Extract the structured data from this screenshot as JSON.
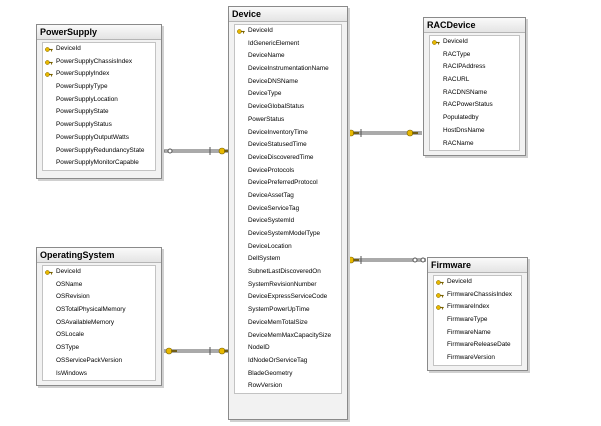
{
  "tables": {
    "power_supply": {
      "title": "PowerSupply",
      "columns": [
        {
          "name": "DeviceId",
          "key": true
        },
        {
          "name": "PowerSupplyChassisIndex",
          "key": true
        },
        {
          "name": "PowerSupplyIndex",
          "key": true
        },
        {
          "name": "PowerSupplyType",
          "key": false
        },
        {
          "name": "PowerSupplyLocation",
          "key": false
        },
        {
          "name": "PowerSupplyState",
          "key": false
        },
        {
          "name": "PowerSupplyStatus",
          "key": false
        },
        {
          "name": "PowerSupplyOutputWatts",
          "key": false
        },
        {
          "name": "PowerSupplyRedundancyState",
          "key": false
        },
        {
          "name": "PowerSupplyMonitorCapable",
          "key": false
        }
      ]
    },
    "device": {
      "title": "Device",
      "columns": [
        {
          "name": "DeviceId",
          "key": true
        },
        {
          "name": "IdGenericElement",
          "key": false
        },
        {
          "name": "DeviceName",
          "key": false
        },
        {
          "name": "DeviceInstrumentationName",
          "key": false
        },
        {
          "name": "DeviceDNSName",
          "key": false
        },
        {
          "name": "DeviceType",
          "key": false
        },
        {
          "name": "DeviceGlobalStatus",
          "key": false
        },
        {
          "name": "PowerStatus",
          "key": false
        },
        {
          "name": "DeviceInventoryTime",
          "key": false
        },
        {
          "name": "DeviceStatusedTime",
          "key": false
        },
        {
          "name": "DeviceDiscoveredTime",
          "key": false
        },
        {
          "name": "DeviceProtocols",
          "key": false
        },
        {
          "name": "DevicePreferredProtocol",
          "key": false
        },
        {
          "name": "DeviceAssetTag",
          "key": false
        },
        {
          "name": "DeviceServiceTag",
          "key": false
        },
        {
          "name": "DeviceSystemId",
          "key": false
        },
        {
          "name": "DeviceSystemModelType",
          "key": false
        },
        {
          "name": "DeviceLocation",
          "key": false
        },
        {
          "name": "DellSystem",
          "key": false
        },
        {
          "name": "SubnetLastDiscoveredOn",
          "key": false
        },
        {
          "name": "SystemRevisionNumber",
          "key": false
        },
        {
          "name": "DeviceExpressServiceCode",
          "key": false
        },
        {
          "name": "SystemPowerUpTime",
          "key": false
        },
        {
          "name": "DeviceMemTotalSize",
          "key": false
        },
        {
          "name": "DeviceMemMaxCapacitySize",
          "key": false
        },
        {
          "name": "NodeID",
          "key": false
        },
        {
          "name": "IdNodeOrServiceTag",
          "key": false
        },
        {
          "name": "BladeGeometry",
          "key": false
        },
        {
          "name": "RowVersion",
          "key": false
        }
      ]
    },
    "rac_device": {
      "title": "RACDevice",
      "columns": [
        {
          "name": "DeviceId",
          "key": true
        },
        {
          "name": "RACType",
          "key": false
        },
        {
          "name": "RACIPAddress",
          "key": false
        },
        {
          "name": "RACURL",
          "key": false
        },
        {
          "name": "RACDNSName",
          "key": false
        },
        {
          "name": "RACPowerStatus",
          "key": false
        },
        {
          "name": "Populatedby",
          "key": false
        },
        {
          "name": "HostDnsName",
          "key": false
        },
        {
          "name": "RACName",
          "key": false
        }
      ]
    },
    "operating_system": {
      "title": "OperatingSystem",
      "columns": [
        {
          "name": "DeviceId",
          "key": true
        },
        {
          "name": "OSName",
          "key": false
        },
        {
          "name": "OSRevision",
          "key": false
        },
        {
          "name": "OSTotalPhysicalMemory",
          "key": false
        },
        {
          "name": "OSAvailableMemory",
          "key": false
        },
        {
          "name": "OSLocale",
          "key": false
        },
        {
          "name": "OSType",
          "key": false
        },
        {
          "name": "OSServicePackVersion",
          "key": false
        },
        {
          "name": "IsWindows",
          "key": false
        }
      ]
    },
    "firmware": {
      "title": "Firmware",
      "columns": [
        {
          "name": "DeviceId",
          "key": true
        },
        {
          "name": "FirmwareChassisIndex",
          "key": true
        },
        {
          "name": "FirmwareIndex",
          "key": true
        },
        {
          "name": "FirmwareType",
          "key": false
        },
        {
          "name": "FirmwareName",
          "key": false
        },
        {
          "name": "FirmwareReleaseDate",
          "key": false
        },
        {
          "name": "FirmwareVersion",
          "key": false
        }
      ]
    }
  },
  "colors": {
    "key_icon": "#e8b800",
    "connector": "#555555"
  },
  "icons": {
    "key": "key-icon"
  }
}
